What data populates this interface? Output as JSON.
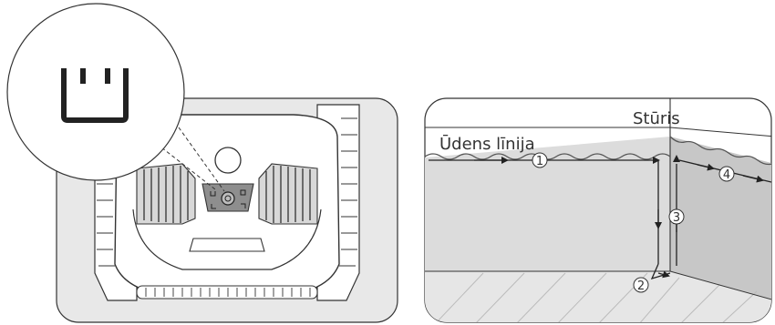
{
  "left_panel": {
    "icon": "floor-wall-mode-icon",
    "device": "robotic-pool-cleaner"
  },
  "right_panel": {
    "labels": {
      "corner": "Stūris",
      "waterline": "Ūdens līnija"
    },
    "path_steps": [
      "1",
      "2",
      "3",
      "4"
    ]
  }
}
